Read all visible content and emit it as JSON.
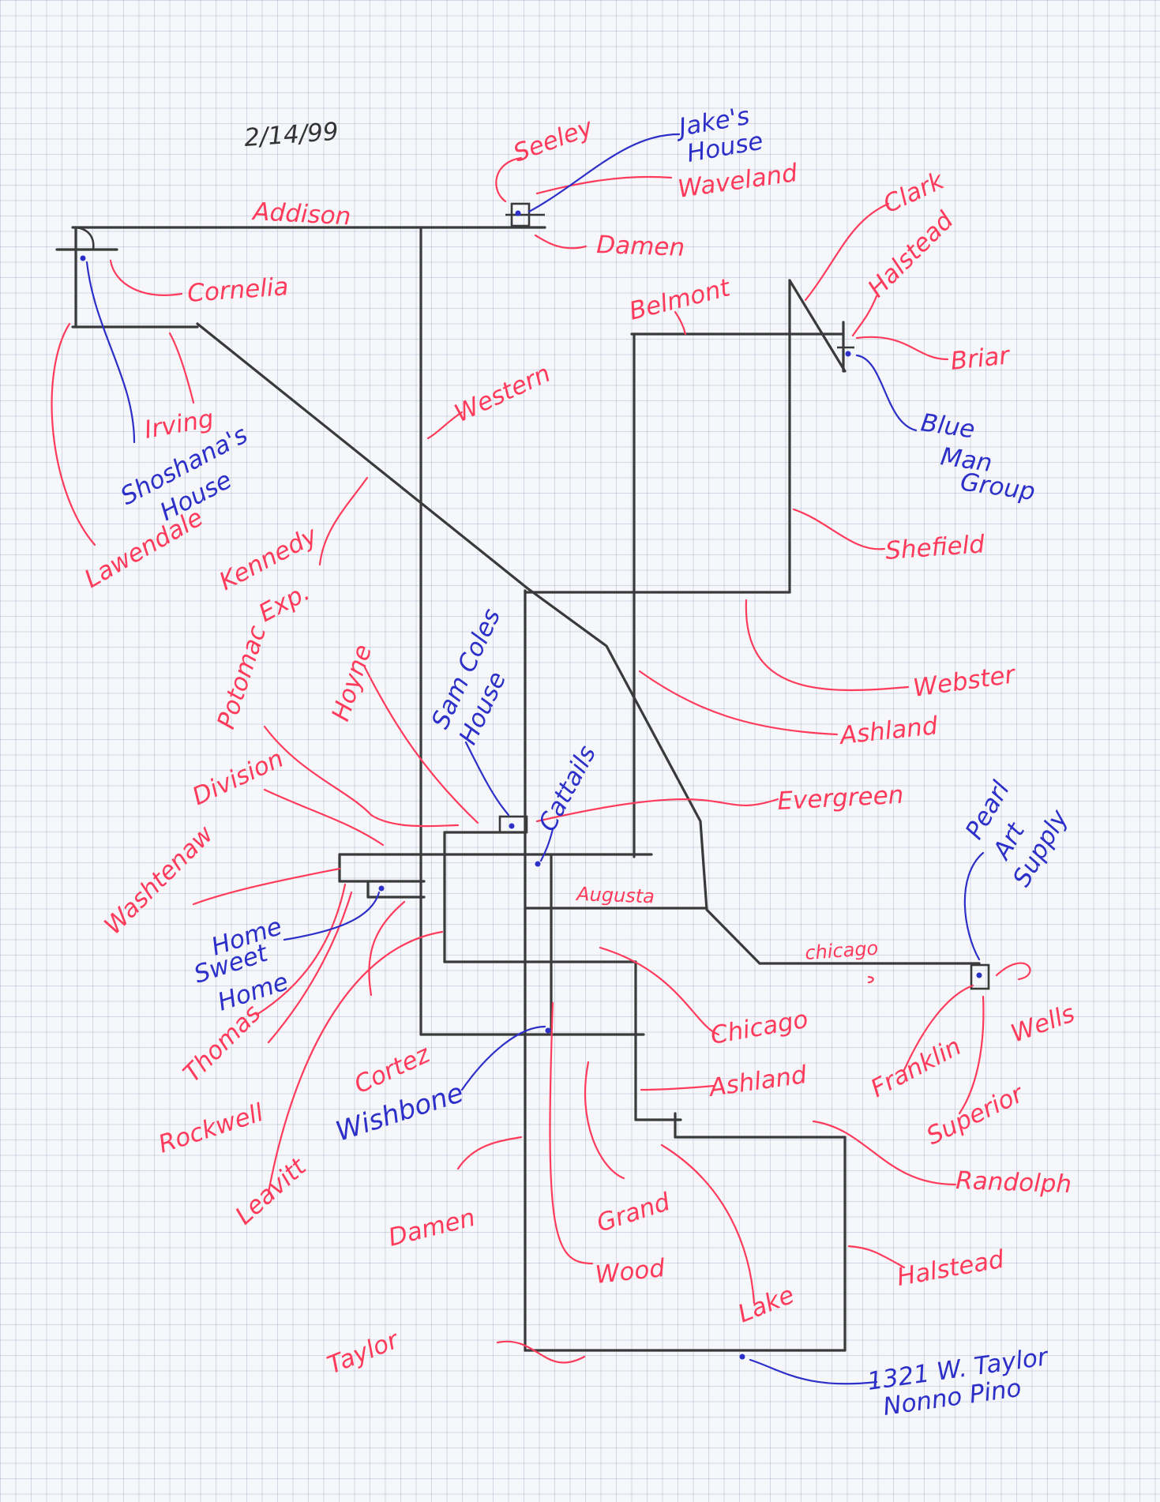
{
  "date": "2/14/99",
  "streets": {
    "addison": "Addison",
    "irving": "Irving",
    "lawendale": "Lawendale",
    "cornelia": "Cornelia",
    "western": "Western",
    "kennedy": "Kennedy",
    "kennedy2": "Exp.",
    "seeley": "Seeley",
    "waveland": "Waveland",
    "damen_top": "Damen",
    "clark": "Clark",
    "halstead_top": "Halstead",
    "belmont": "Belmont",
    "briar": "Briar",
    "shefield": "Shefield",
    "webster": "Webster",
    "ashland_mid": "Ashland",
    "evergreen": "Evergreen",
    "potomac": "Potomac",
    "hoyne": "Hoyne",
    "division": "Division",
    "washtenaw": "Washtenaw",
    "augusta": "Augusta",
    "chicago_small": "chicago",
    "chicago": "Chicago",
    "ashland_low": "Ashland",
    "thomas": "Thomas",
    "rockwell": "Rockwell",
    "cortez": "Cortez",
    "leavitt": "Leavitt",
    "damen_low": "Damen",
    "grand": "Grand",
    "wood": "Wood",
    "lake": "Lake",
    "randolph": "Randolph",
    "halstead_low": "Halstead",
    "franklin": "Franklin",
    "wells": "Wells",
    "superior": "Superior",
    "taylor": "Taylor"
  },
  "places": {
    "jakes_house_1": "Jake's",
    "jakes_house_2": "House",
    "shoshanas_1": "Shoshana's",
    "shoshanas_2": "House",
    "blue_man_1": "Blue",
    "blue_man_2": "Man",
    "blue_man_3": "Group",
    "sam_coles_1": "Sam Coles",
    "sam_coles_2": "House",
    "cattails": "Cattails",
    "home_1": "Home",
    "home_2": "Sweet",
    "home_3": "Home",
    "wishbone": "Wishbone",
    "pearl_1": "Pearl",
    "pearl_2": "Art",
    "pearl_3": "Supply",
    "nonno_1": "1321 W. Taylor",
    "nonno_2": "Nonno Pino"
  },
  "colors": {
    "road": "#3a3a3a",
    "street_label": "#ff3b5c",
    "place_label": "#2c2fc8",
    "grid": "#96a5be"
  }
}
